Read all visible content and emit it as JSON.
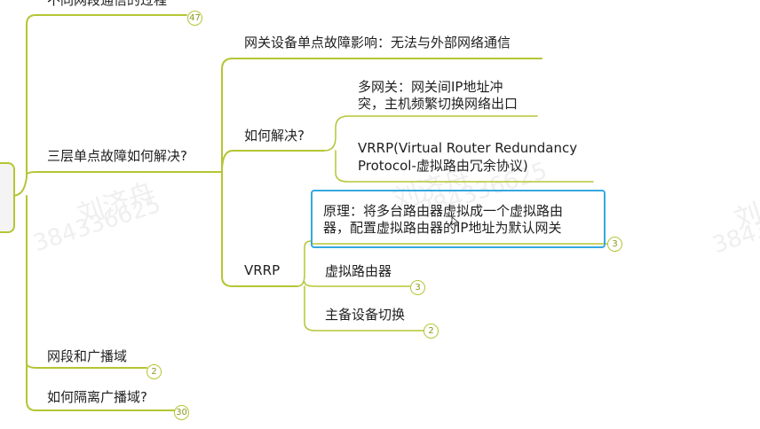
{
  "colors": {
    "branch": "#b5c534",
    "selection": "#35a8e0",
    "text": "#1f1f1f",
    "watermark": "#efefef"
  },
  "watermark": {
    "name": "刘济舟",
    "number": "384336625"
  },
  "nodes": {
    "top_partial": "不同网段通信的过程",
    "top_badge": "47",
    "l3_fault": "三层单点故障如何解决?",
    "gw_fault": "网关设备单点故障影响：无法与外部网络通信",
    "how_solve": "如何解决?",
    "multi_gw_1": "多网关：网关间IP地址冲",
    "multi_gw_2": "突，主机频繁切换网络出口",
    "vrrp_full_1": "VRRP(Virtual Router Redundancy",
    "vrrp_full_2": "Protocol-虚拟路由冗余协议)",
    "vrrp": "VRRP",
    "principle_1": "原理：将多台路由器虚拟成一个虚拟路由",
    "principle_2": "器，配置虚拟路由器的IP地址为默认网关",
    "principle_badge": "3",
    "virtual_router": "虚拟路由器",
    "virtual_router_badge": "3",
    "failover": "主备设备切换",
    "failover_badge": "2",
    "segment_broadcast": "网段和广播域",
    "segment_broadcast_badge": "2",
    "isolate_broadcast": "如何隔离广播域?",
    "isolate_broadcast_badge": "30"
  }
}
